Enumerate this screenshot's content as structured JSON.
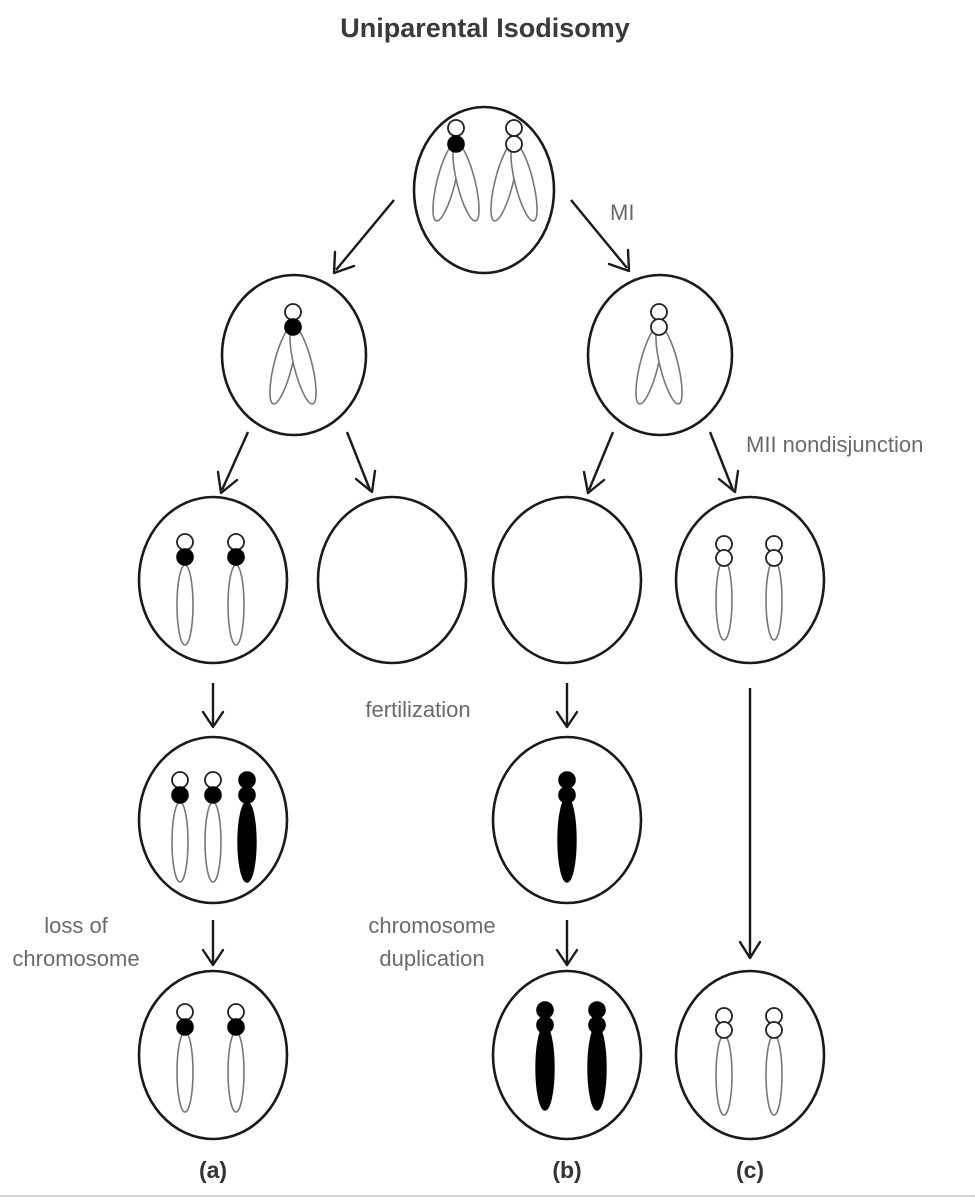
{
  "title": "Uniparental Isodisomy",
  "labels": {
    "mi": "MI",
    "mii_nondisjunction": "MII nondisjunction",
    "fertilization": "fertilization",
    "loss_of_chromosome_line1": "loss of",
    "loss_of_chromosome_line2": "chromosome",
    "chromosome_duplication_line1": "chromosome",
    "chromosome_duplication_line2": "duplication"
  },
  "outcomes": [
    "(a)",
    "(b)",
    "(c)"
  ]
}
